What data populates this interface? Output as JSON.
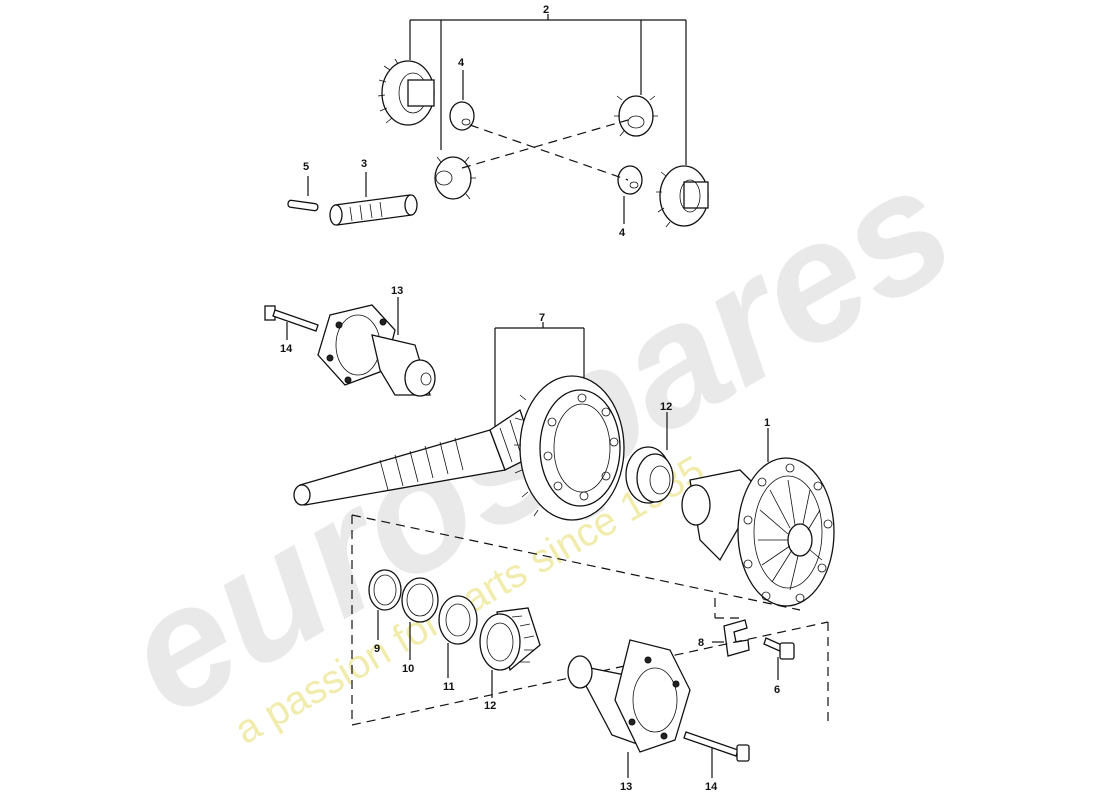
{
  "watermark": {
    "brand": "eurospares",
    "tagline": "a passion for parts since 1985"
  },
  "callouts": {
    "c1": "1",
    "c2": "2",
    "c3": "3",
    "c4a": "4",
    "c4b": "4",
    "c5": "5",
    "c6": "6",
    "c7": "7",
    "c8": "8",
    "c9": "9",
    "c10": "10",
    "c11": "11",
    "c12a": "12",
    "c12b": "12",
    "c13a": "13",
    "c13b": "13",
    "c14a": "14",
    "c14b": "14"
  }
}
